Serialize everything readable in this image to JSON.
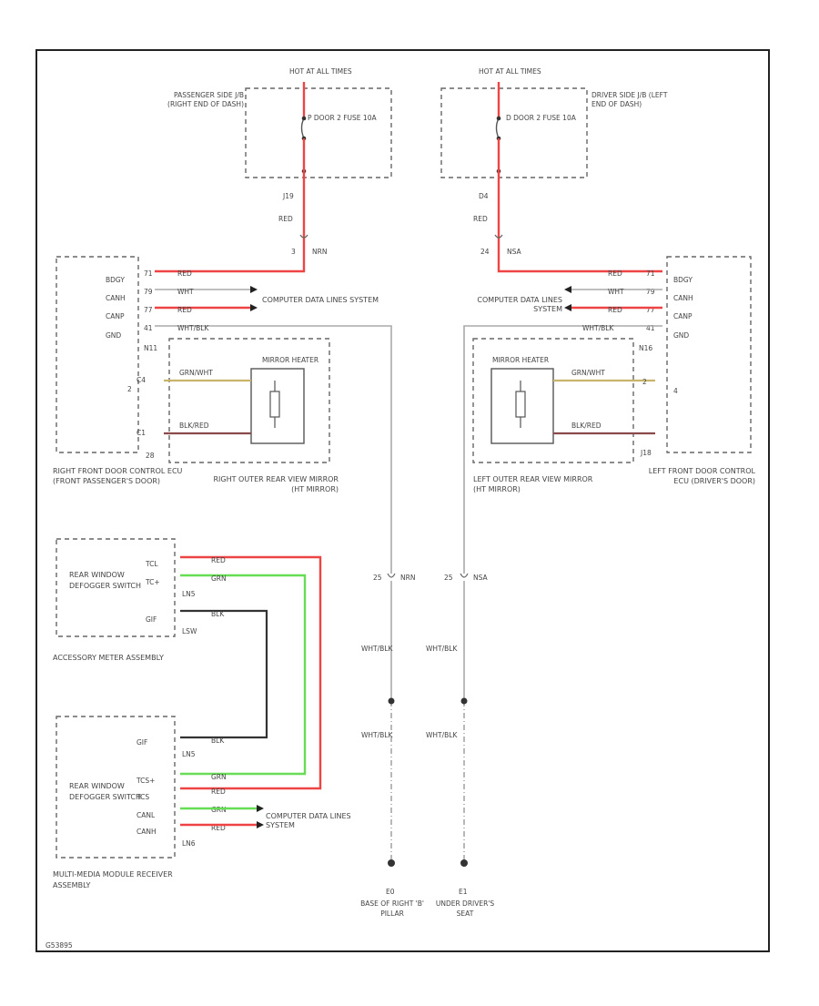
{
  "fuse_right": {
    "heading": "HOT AT ALL TIMES",
    "location": "PASSENGER SIDE J/B (RIGHT END OF DASH)",
    "fuse": "P DOOR 2 FUSE 10A",
    "connector": "J19",
    "wire": "RED",
    "pin": "3",
    "pin_code": "NRN"
  },
  "fuse_left": {
    "heading": "HOT AT ALL TIMES",
    "location": "DRIVER SIDE J/B (LEFT END OF DASH)",
    "fuse": "D DOOR 2 FUSE 10A",
    "connector": "D4",
    "wire": "RED",
    "pin": "24",
    "pin_code": "NSA"
  },
  "right_ecu": {
    "pins": [
      "BDGY",
      "CANH",
      "CANP",
      "GND"
    ],
    "pin_nums": [
      "71",
      "79",
      "77",
      "41"
    ],
    "wires": [
      "RED",
      "WHT",
      "RED",
      "WHT/BLK"
    ],
    "name": "RIGHT FRONT DOOR CONTROL ECU (FRONT PASSENGER'S DOOR)"
  },
  "left_ecu": {
    "pins": [
      "BDGY",
      "CANH",
      "CANP",
      "GND"
    ],
    "pin_nums": [
      "71",
      "79",
      "77",
      "41"
    ],
    "wires": [
      "RED",
      "WHT",
      "RED",
      "WHT/BLK"
    ],
    "name": "LEFT FRONT DOOR CONTROL ECU (DRIVER'S DOOR)"
  },
  "right_mirror": {
    "pins": [
      "N11",
      "C4",
      "2",
      "C1",
      "28"
    ],
    "label": "MIRROR HEATER",
    "wire_top": "GRN/WHT",
    "wire_bot": "BLK/RED",
    "name": "RIGHT OUTER REAR VIEW MIRROR (HT MIRROR)"
  },
  "left_mirror": {
    "pins": [
      "N16",
      "2",
      "4",
      "J18"
    ],
    "label": "MIRROR HEATER",
    "wire_top": "GRN/WHT",
    "wire_bot": "BLK/RED",
    "name": "LEFT OUTER REAR VIEW MIRROR (HT MIRROR)"
  },
  "can_label": "COMPUTER DATA LINES SYSTEM",
  "defog_switch": {
    "label": "REAR WINDOW DEFOGGER SWITCH",
    "assembly": "ACCESSORY METER ASSEMBLY",
    "pins": [
      "TCL",
      "TC+",
      "LN5",
      "GIF",
      "LSW"
    ],
    "wires": [
      "RED",
      "GRN",
      "BLK"
    ]
  },
  "media": {
    "label": "REAR WINDOW DEFOGGER SWITCH",
    "assembly": "MULTI-MEDIA MODULE RECEIVER ASSEMBLY",
    "pins": [
      "GIF",
      "LN5",
      "TCS+",
      "TCS",
      "CANL",
      "CANH",
      "LN6"
    ],
    "wires": [
      "BLK",
      "GRN",
      "RED",
      "GRN",
      "RED"
    ],
    "can_label": "COMPUTER DATA LINES SYSTEM"
  },
  "ground_right": {
    "splice": "25",
    "code": "NRN",
    "wire": "WHT/BLK",
    "id": "E0",
    "location": "BASE OF RIGHT 'B' PILLAR"
  },
  "ground_left": {
    "splice": "25",
    "code": "NSA",
    "wire": "WHT/BLK",
    "id": "E1",
    "location": "UNDER DRIVER'S SEAT"
  },
  "figure_id": "G53895"
}
